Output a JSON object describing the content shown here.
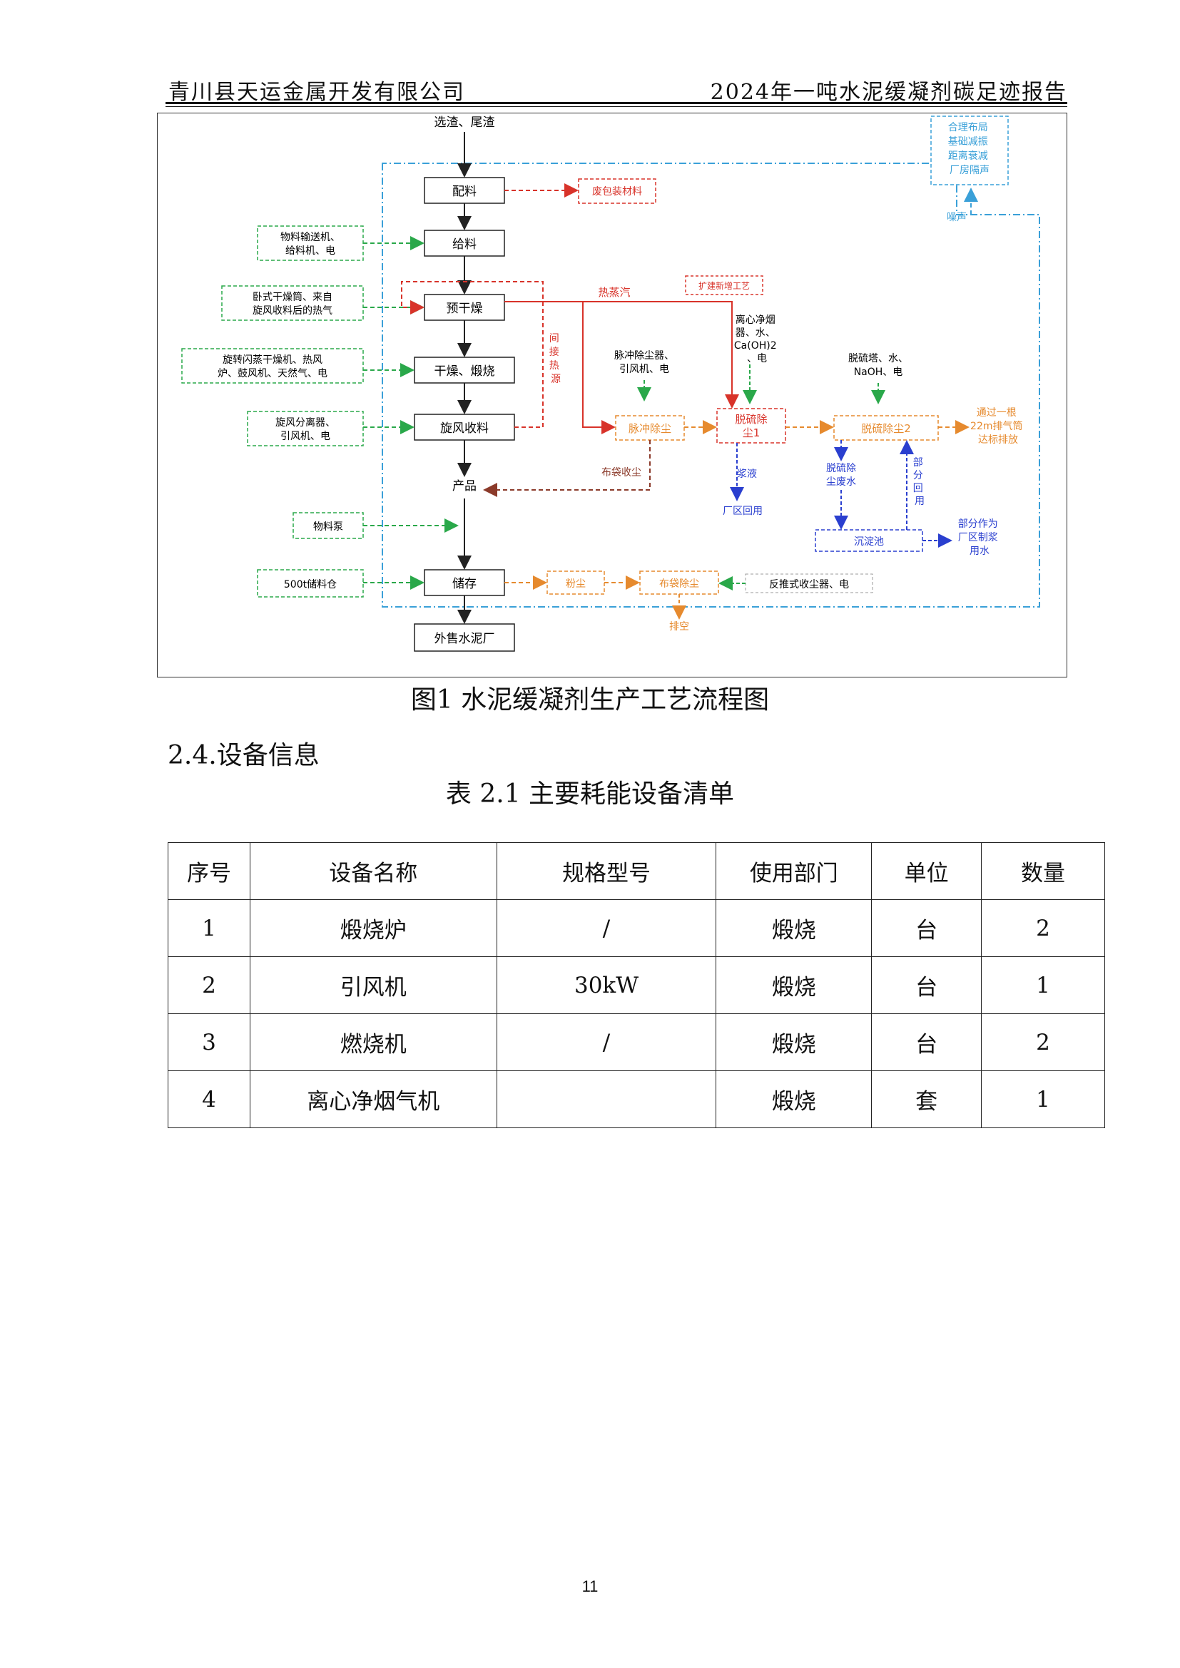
{
  "header": {
    "company": "青川县天运金属开发有限公司",
    "report_title": "2024年一吨水泥缓凝剂碳足迹报告"
  },
  "flowchart": {
    "input_top": "选渣、尾渣",
    "steps": [
      "配料",
      "给料",
      "预干燥",
      "干燥、煅烧",
      "旋风收料"
    ],
    "product": "产品",
    "storage": "储存",
    "sale": "外售水泥厂",
    "left_inputs": [
      [
        "物料输送机、",
        "给料机、电"
      ],
      [
        "卧式干燥筒、来自",
        "旋风收料后的热气"
      ],
      [
        "旋转闪蒸干燥机、热风",
        "炉、鼓风机、天然气、电"
      ],
      [
        "旋风分离器、",
        "引风机、电"
      ],
      [
        "物料泵"
      ],
      [
        "500t储料仓"
      ]
    ],
    "waste_packaging": "废包装材料",
    "noise_box": [
      "合理布局",
      "基础减振",
      "距离衰减",
      "厂房隔声"
    ],
    "noise_label": "噪声",
    "expansion_label": "扩建新增工艺",
    "steam_label": "热蒸汽",
    "indirect_heat": [
      "间",
      "接",
      "热",
      "源"
    ],
    "pulse_equipment": [
      "脉冲除尘器、",
      "引风机、电"
    ],
    "pulse_dust": "脉冲除尘",
    "centrifugal_equipment": [
      "离心净烟",
      "器、水、",
      "Ca(OH)2",
      "、电"
    ],
    "desulf1": [
      "脱硫除",
      "尘1"
    ],
    "desulf_tower": [
      "脱硫塔、水、",
      "NaOH、电"
    ],
    "desulf2": "脱硫除尘2",
    "exhaust": [
      "通过一根",
      "22m排气筒",
      "达标排放"
    ],
    "bag_collect": "布袋收尘",
    "slurry": "浆液",
    "plant_reuse": "厂区回用",
    "desulf_wastewater": [
      "脱硫除",
      "尘废水"
    ],
    "partial_reuse": [
      "部",
      "分",
      "回",
      "用"
    ],
    "sediment_pool": "沉淀池",
    "partial_slurry": [
      "部分作为",
      "厂区制浆",
      "用水"
    ],
    "dust": "粉尘",
    "bag_dust": "布袋除尘",
    "backblow": "反推式收尘器、电",
    "vent": "排空"
  },
  "figure_caption": "图1  水泥缓凝剂生产工艺流程图",
  "section_heading": "2.4.设备信息",
  "table_caption": "表 2.1 主要耗能设备清单",
  "table": {
    "headers": [
      "序号",
      "设备名称",
      "规格型号",
      "使用部门",
      "单位",
      "数量"
    ],
    "rows": [
      [
        "1",
        "煅烧炉",
        "/",
        "煅烧",
        "台",
        "2"
      ],
      [
        "2",
        "引风机",
        "30kW",
        "煅烧",
        "台",
        "1"
      ],
      [
        "3",
        "燃烧机",
        "/",
        "煅烧",
        "台",
        "2"
      ],
      [
        "4",
        "离心净烟气机",
        "",
        "煅烧",
        "套",
        "1"
      ]
    ]
  },
  "page_number": "11",
  "colors": {
    "green": "#2aa84a",
    "red": "#d8332a",
    "orange": "#e68a2e",
    "blue": "#2a3fcf",
    "cyan": "#3aa0d8",
    "brown": "#8b3a2a"
  }
}
